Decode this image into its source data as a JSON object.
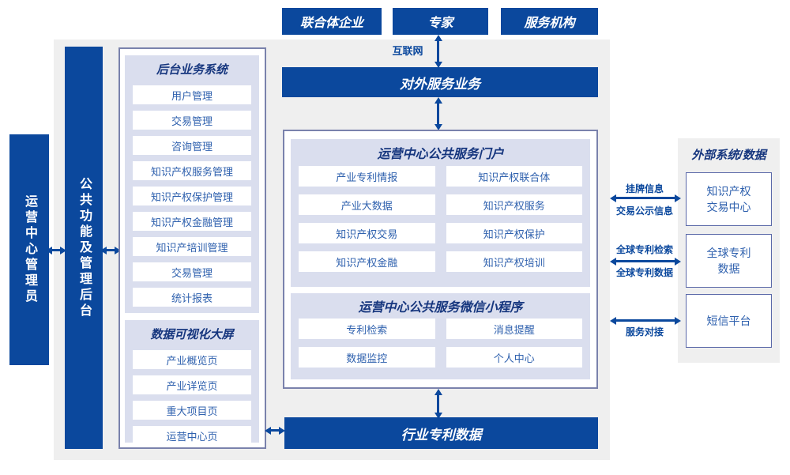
{
  "colors": {
    "blue": "#0B489D",
    "lavender": "#DADEEE",
    "navy": "#16367E",
    "item_blue": "#2F61AE",
    "gray": "#EFEFEF",
    "border": "#7A82AC",
    "boxborder": "#5A68A8"
  },
  "top_actors": [
    "联合体企业",
    "专家",
    "服务机构"
  ],
  "internet_label": "互联网",
  "bars": {
    "external_service": "对外服务业务",
    "industry_data": "行业专利数据"
  },
  "side_bars": {
    "admin": "运营中心管理员",
    "backend": "公共功能及管理后台"
  },
  "backend_system": {
    "title": "后台业务系统",
    "items": [
      "用户管理",
      "交易管理",
      "咨询管理",
      "知识产权服务管理",
      "知识产权保护管理",
      "知识产权金融管理",
      "知识产培训管理",
      "交易管理",
      "统计报表"
    ]
  },
  "dashboard": {
    "title": "数据可视化大屏",
    "items": [
      "产业概览页",
      "产业详览页",
      "重大项目页",
      "运营中心页"
    ]
  },
  "portal": {
    "title": "运营中心公共服务门户",
    "items": [
      "产业专利情报",
      "知识产权联合体",
      "产业大数据",
      "知识产权服务",
      "知识产权交易",
      "知识产权保护",
      "知识产权金融",
      "知识产权培训"
    ]
  },
  "miniprogram": {
    "title": "运营中心公共服务微信小程序",
    "items": [
      "专利检索",
      "消息提醒",
      "数据监控",
      "个人中心"
    ]
  },
  "external_panel": {
    "title": "外部系统/数据",
    "boxes": [
      "知识产权\n交易中心",
      "全球专利\n数据",
      "短信平台"
    ],
    "link_labels": {
      "l1_top": "挂牌信息",
      "l1_bottom": "交易公示信息",
      "l2_top": "全球专利检索",
      "l2_bottom": "全球专利数据",
      "l3_bottom": "服务对接"
    }
  }
}
